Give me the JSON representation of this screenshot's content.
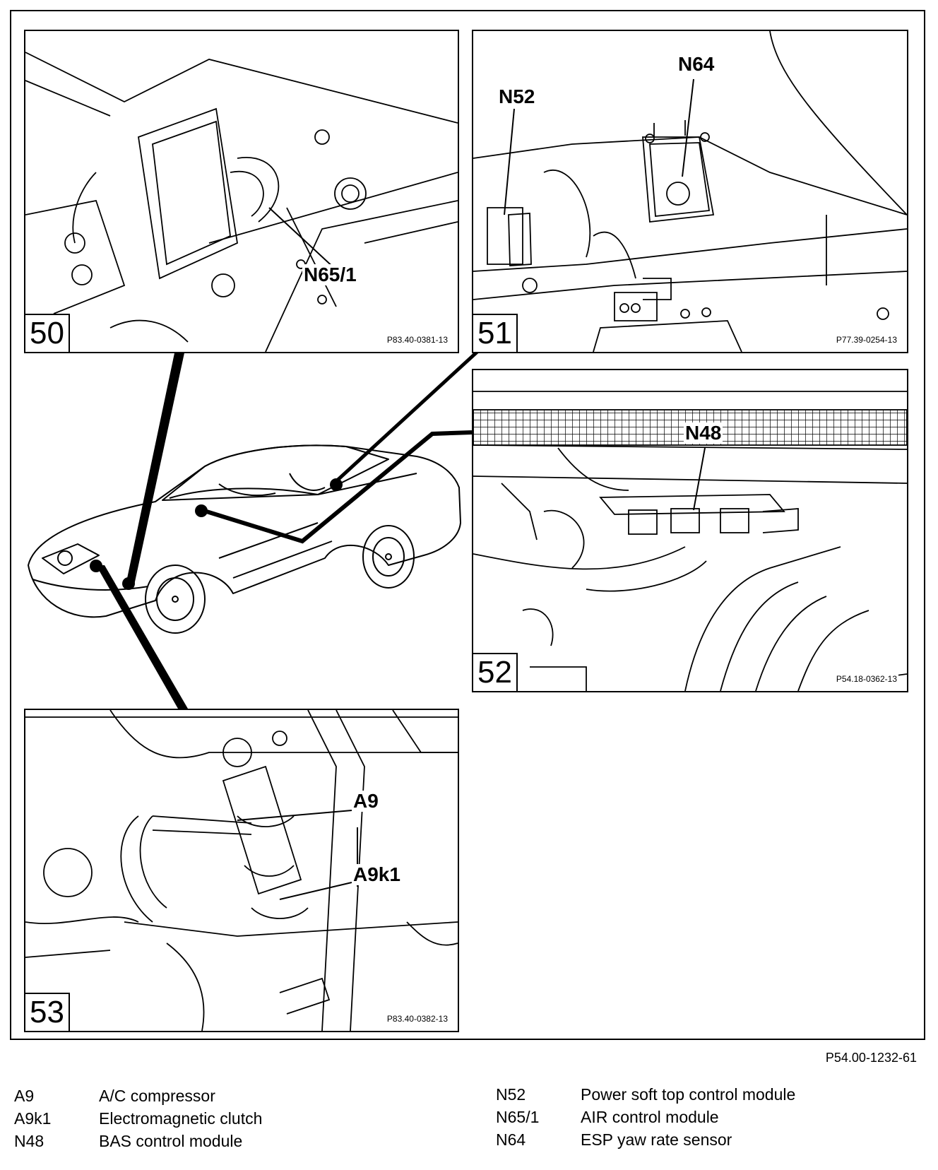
{
  "panels": [
    {
      "number": "50",
      "code": "P83.40-0381-13",
      "callouts": [
        "N65/1"
      ]
    },
    {
      "number": "51",
      "code": "P77.39-0254-13",
      "callouts": [
        "N52",
        "N64"
      ]
    },
    {
      "number": "52",
      "code": "P54.18-0362-13",
      "callouts": [
        "N48"
      ]
    },
    {
      "number": "53",
      "code": "P83.40-0382-13",
      "callouts": [
        "A9",
        "A9k1"
      ]
    }
  ],
  "figure_ref": "P54.00-1232-61",
  "legend": {
    "left": [
      {
        "code": "A9",
        "text": "A/C compressor"
      },
      {
        "code": "A9k1",
        "text": "Electromagnetic clutch"
      },
      {
        "code": "N48",
        "text": "BAS control module"
      }
    ],
    "right": [
      {
        "code": "N52",
        "text": "Power soft top control module"
      },
      {
        "code": "N65/1",
        "text": "AIR control module"
      },
      {
        "code": "N64",
        "text": "ESP yaw rate sensor"
      }
    ]
  }
}
